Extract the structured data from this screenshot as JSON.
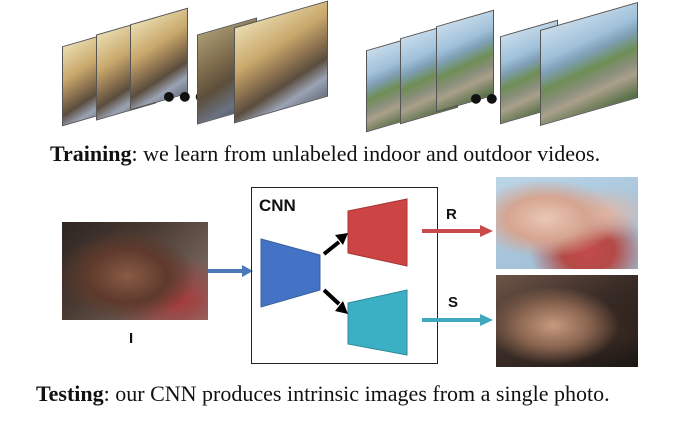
{
  "training_caption": {
    "bold": "Training",
    "rest": ": we learn from unlabeled indoor and outdoor videos."
  },
  "testing_caption": {
    "bold": "Testing",
    "rest": ": our CNN produces intrinsic images from a single photo."
  },
  "cnn_label": "CNN",
  "input_label": "I",
  "reflectance_label": "R",
  "shading_label": "S",
  "ellipsis": "•••",
  "colors": {
    "encoder": "#4472c4",
    "decoder_r": "#cc4444",
    "decoder_s": "#3bafc3",
    "arrow_blue": "#4a78b8",
    "arrow_red": "#c94a4a",
    "arrow_teal": "#3fa8bd"
  }
}
